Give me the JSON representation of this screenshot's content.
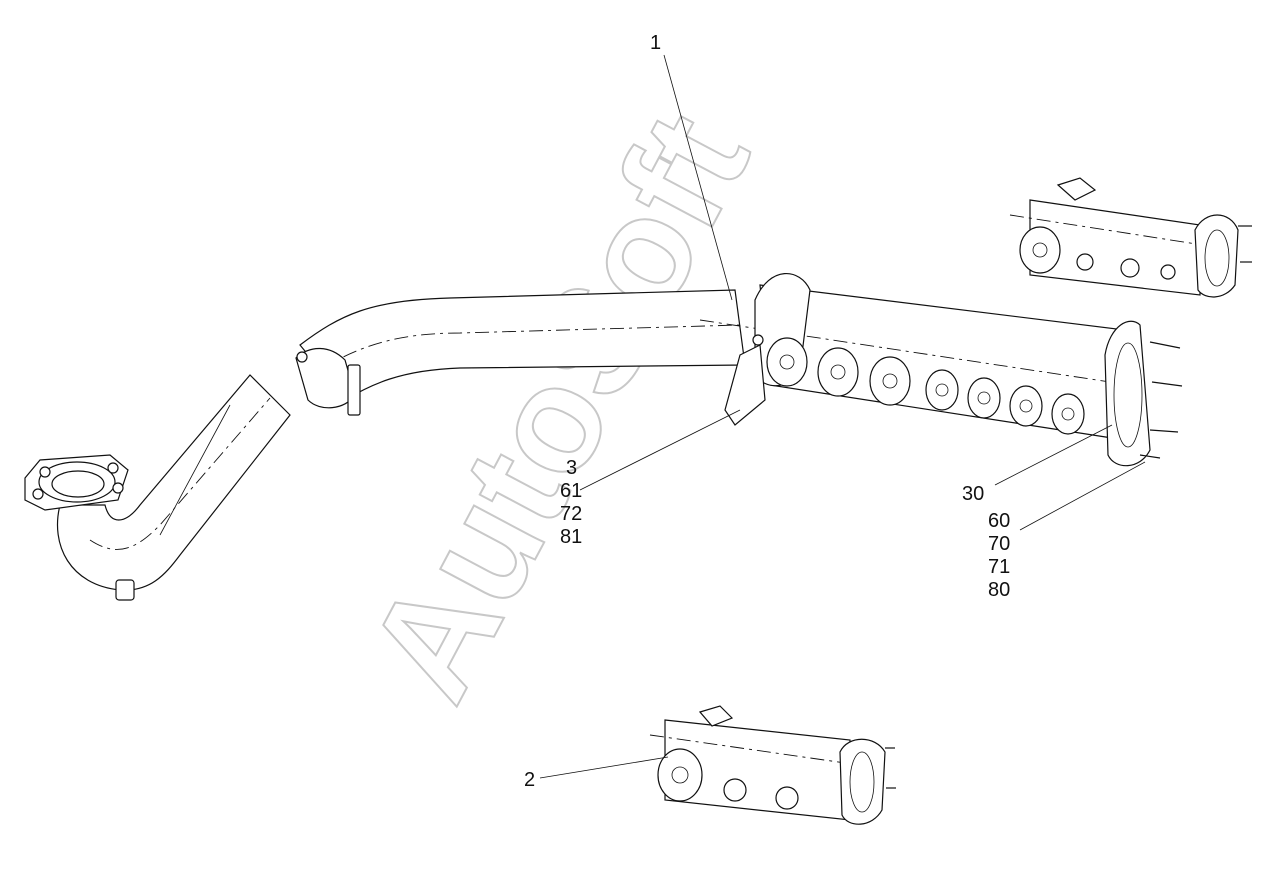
{
  "watermark": "AutoSoft",
  "callouts": {
    "c1": "1",
    "c2": "2",
    "g3": [
      "3",
      "61",
      "72",
      "81"
    ],
    "c30": "30",
    "g60": [
      "60",
      "70",
      "71",
      "80"
    ]
  }
}
